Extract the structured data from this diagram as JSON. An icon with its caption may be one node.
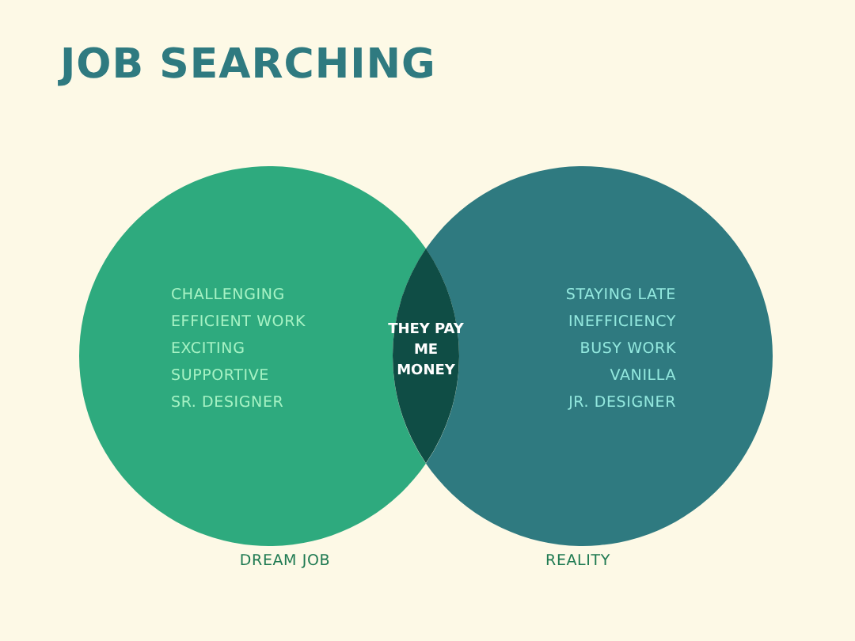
{
  "diagram": {
    "title": "JOB SEARCHING",
    "nodes": [
      {
        "text": [
          "CHALLENGING",
          "EFFICIENT WORK",
          "EXCITING",
          "SUPPORTIVE",
          "SR. DESIGNER"
        ],
        "beside": [
          "DREAM JOB"
        ]
      },
      {
        "text": [
          "STAYING LATE",
          "INEFFICIENCY",
          "BUSY WORK",
          "VANILLA",
          "JR. DESIGNER"
        ],
        "beside": [
          "REALITY"
        ]
      },
      {
        "text": [
          "THEY PAY ME MONEY"
        ]
      }
    ]
  }
}
